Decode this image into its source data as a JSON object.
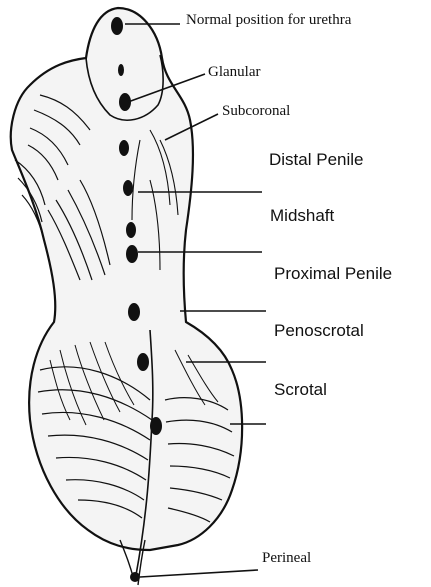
{
  "labels": {
    "normal": "Normal position for urethra",
    "glanular": "Glanular",
    "subcoronal": "Subcoronal",
    "distal_penile": "Distal Penile",
    "midshaft": "Midshaft",
    "proximal_penile": "Proximal Penile",
    "penoscrotal": "Penoscrotal",
    "scrotal": "Scrotal",
    "perineal": "Perineal"
  },
  "colors": {
    "ink": "#111111",
    "background": "#ffffff"
  }
}
